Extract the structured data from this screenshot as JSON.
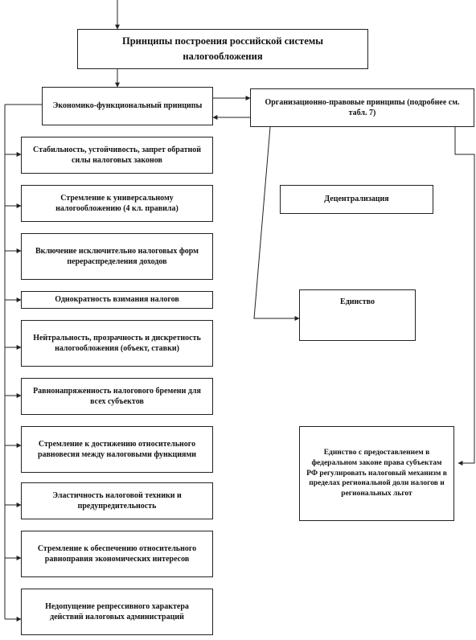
{
  "title": "Принципы построения российской системы налогообложения",
  "economic": {
    "header": "Экономико-функциональный принципы",
    "items": [
      "Стабильность, устойчивость, запрет обратной силы налоговых законов",
      "Стремление к универсальному налогообложению (4 кл. правила)",
      "Включение исключительно налоговых форм перераспределения доходов",
      "Однократность взимания налогов",
      "Нейтральность, прозрачность и дискретность налогообложения (объект, ставки)",
      "Равнонапряженность налогового бремени для всех субъектов",
      "Стремление к достижению относительного равновесия между налоговыми функциями",
      "Эластичность налоговой техники и предупредительность",
      "Стремление к обеспечению относительного равноправия экономических интересов",
      "Недопущение репрессивного характера действий налоговых администраций"
    ]
  },
  "legal": {
    "header": "Организационно-правовые принципы (подробнее см. табл. 7)",
    "items": [
      "Децентрализация",
      "Единство",
      "Единство с предоставлением в федеральном законе права субъектам РФ регулировать налоговый механизм в пределах региональной доли налогов и региональных льгот"
    ]
  }
}
